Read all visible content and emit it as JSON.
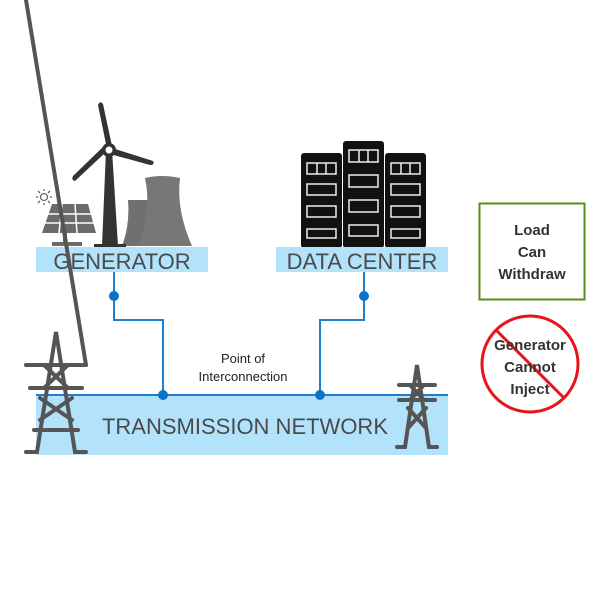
{
  "generator": {
    "label": "GENERATOR"
  },
  "data_center": {
    "label": "DATA CENTER"
  },
  "transmission": {
    "label": "TRANSMISSION NETWORK"
  },
  "poi": {
    "line1": "Point of",
    "line2": "Interconnection"
  },
  "load_box": {
    "line1": "Load",
    "line2": "Can",
    "line3": "Withdraw",
    "border_color": "#5b8c1a"
  },
  "no_inject": {
    "line1": "Generator",
    "line2": "Cannot",
    "line3": "Inject",
    "color": "#e8141b"
  },
  "colors": {
    "band": "#b3e3fb",
    "wire": "#1a7fd0"
  }
}
